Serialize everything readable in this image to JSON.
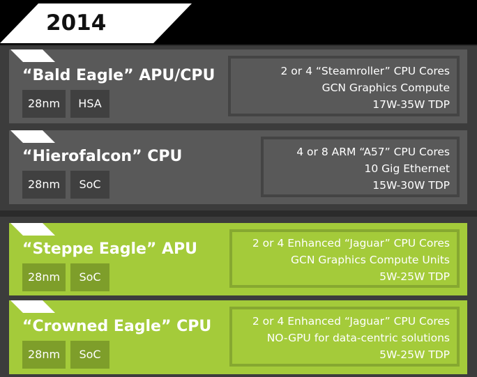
{
  "header": {
    "year": "2014"
  },
  "cards": [
    {
      "title": "“Bald Eagle” APU/CPU",
      "tags": [
        "28nm",
        "HSA"
      ],
      "specs": [
        "2 or 4 “Steamroller” CPU Cores",
        "GCN Graphics Compute",
        "17W-35W TDP"
      ]
    },
    {
      "title": "“Hierofalcon” CPU",
      "tags": [
        "28nm",
        "SoC"
      ],
      "specs": [
        "4 or 8 ARM “A57” CPU Cores",
        "10 Gig Ethernet",
        "15W-30W TDP"
      ]
    },
    {
      "title": "“Steppe Eagle” APU",
      "tags": [
        "28nm",
        "SoC"
      ],
      "specs": [
        "2 or 4 Enhanced “Jaguar” CPU Cores",
        "GCN Graphics Compute Units",
        "5W-25W TDP"
      ]
    },
    {
      "title": "“Crowned Eagle” CPU",
      "tags": [
        "28nm",
        "SoC"
      ],
      "specs": [
        "2 or 4 Enhanced “Jaguar” CPU Cores",
        "NO-GPU for data-centric solutions",
        "5W-25W TDP"
      ]
    }
  ],
  "colors": {
    "gray_card": "#595959",
    "green_card": "#a4cb3a"
  }
}
